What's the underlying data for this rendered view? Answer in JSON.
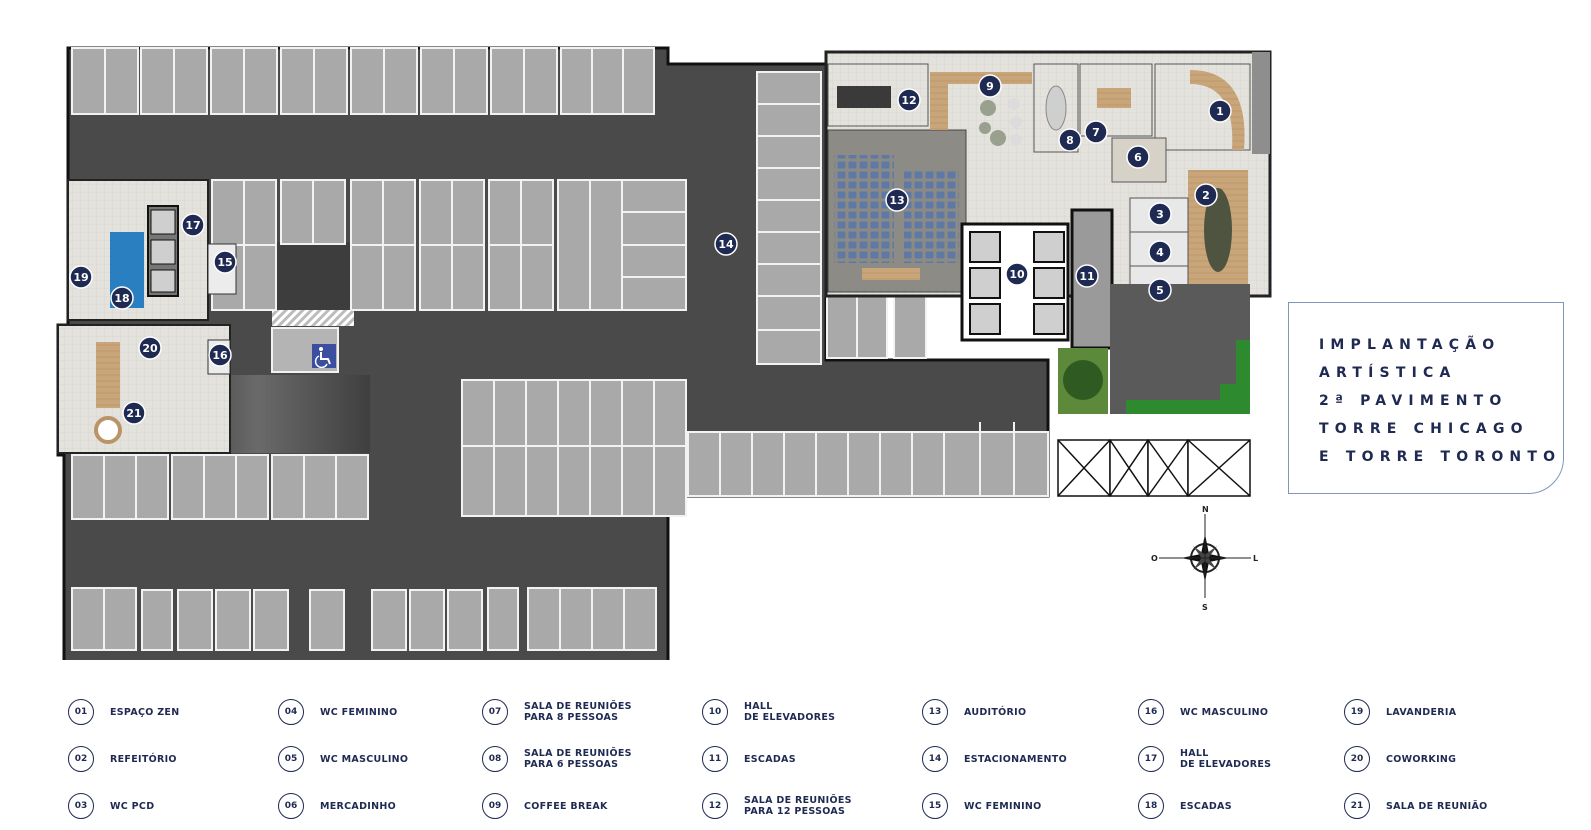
{
  "title_lines": [
    "IMPLANTAÇÃO",
    "ARTÍSTICA",
    "2ª PAVIMENTO",
    "TORRE CHICAGO",
    "E TORRE TORONTO"
  ],
  "compass": {
    "n": "N",
    "s": "S",
    "o": "O",
    "l": "L"
  },
  "markers": [
    {
      "num": "1"
    },
    {
      "num": "2"
    },
    {
      "num": "3"
    },
    {
      "num": "4"
    },
    {
      "num": "5"
    },
    {
      "num": "6"
    },
    {
      "num": "7"
    },
    {
      "num": "8"
    },
    {
      "num": "9"
    },
    {
      "num": "10"
    },
    {
      "num": "11"
    },
    {
      "num": "12"
    },
    {
      "num": "13"
    },
    {
      "num": "14"
    },
    {
      "num": "15"
    },
    {
      "num": "16"
    },
    {
      "num": "17"
    },
    {
      "num": "18"
    },
    {
      "num": "19"
    },
    {
      "num": "20"
    },
    {
      "num": "21"
    }
  ],
  "legend": [
    {
      "num": "01",
      "label": "ESPAÇO ZEN"
    },
    {
      "num": "02",
      "label": "REFEITÓRIO"
    },
    {
      "num": "03",
      "label": "WC PCD"
    },
    {
      "num": "04",
      "label": "WC FEMININO"
    },
    {
      "num": "05",
      "label": "WC MASCULINO"
    },
    {
      "num": "06",
      "label": "MERCADINHO"
    },
    {
      "num": "07",
      "label": "SALA DE REUNIÕES\nPARA 8 PESSOAS"
    },
    {
      "num": "08",
      "label": "SALA DE REUNIÕES\nPARA 6 PESSOAS"
    },
    {
      "num": "09",
      "label": "COFFEE BREAK"
    },
    {
      "num": "10",
      "label": "HALL\nDE ELEVADORES"
    },
    {
      "num": "11",
      "label": "ESCADAS"
    },
    {
      "num": "12",
      "label": "SALA DE REUNIÕES\nPARA 12 PESSOAS"
    },
    {
      "num": "13",
      "label": "AUDITÓRIO"
    },
    {
      "num": "14",
      "label": "ESTACIONAMENTO"
    },
    {
      "num": "15",
      "label": "WC FEMININO"
    },
    {
      "num": "16",
      "label": "WC MASCULINO"
    },
    {
      "num": "17",
      "label": "HALL\nDE ELEVADORES"
    },
    {
      "num": "18",
      "label": "ESCADAS"
    },
    {
      "num": "19",
      "label": "LAVANDERIA"
    },
    {
      "num": "20",
      "label": "COWORKING"
    },
    {
      "num": "21",
      "label": "SALA DE REUNIÃO"
    }
  ]
}
